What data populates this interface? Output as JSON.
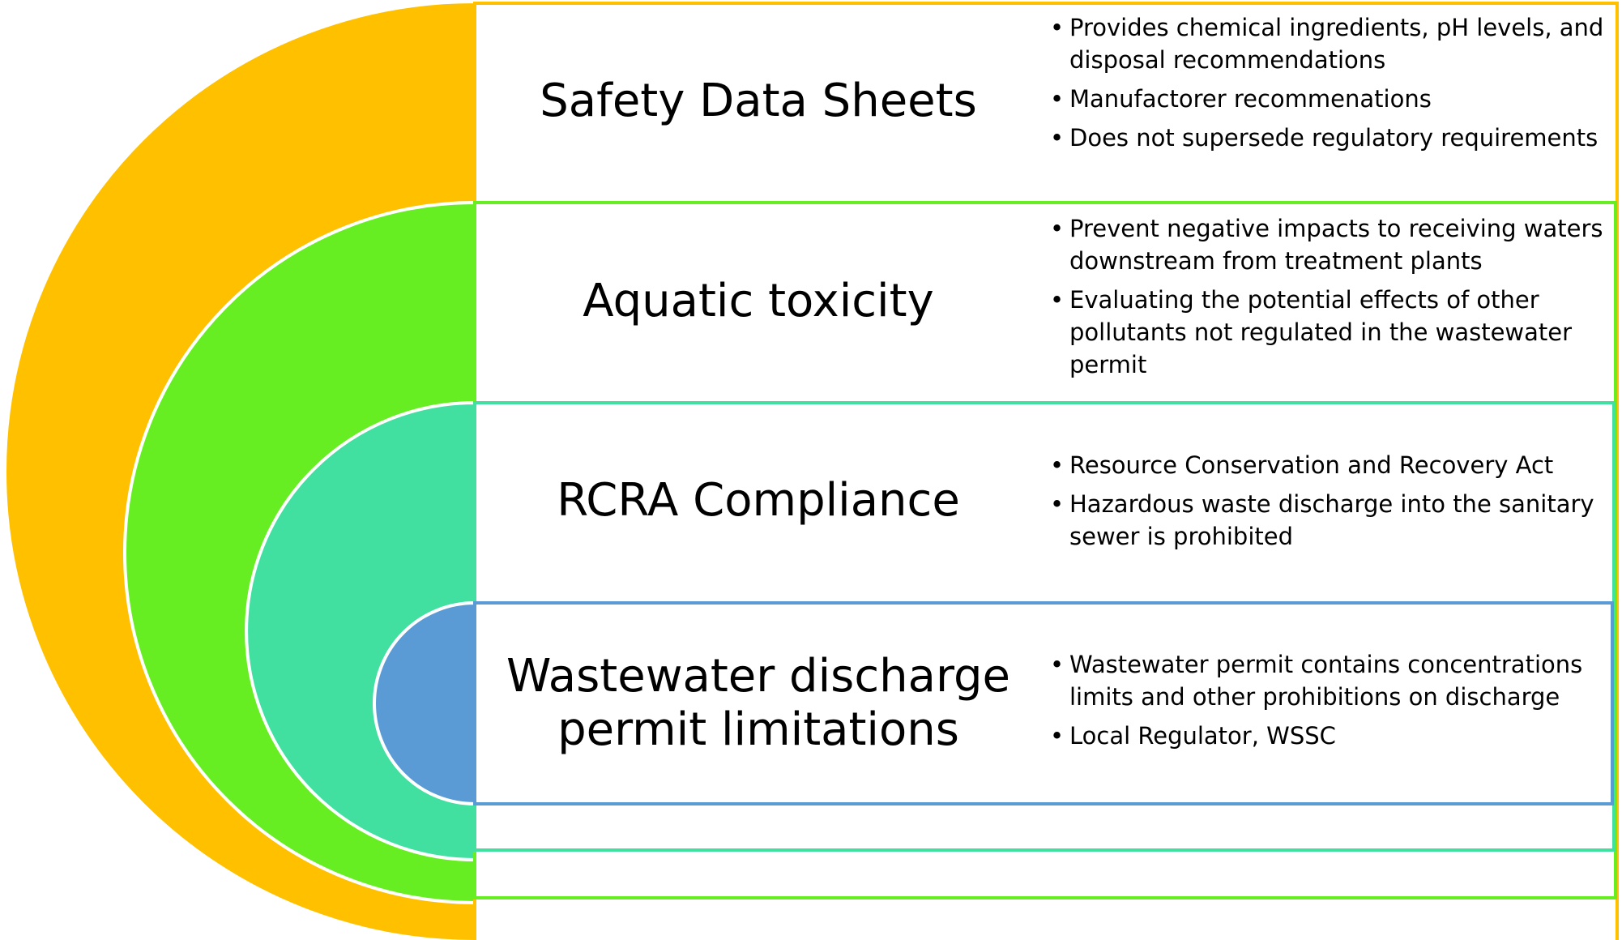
{
  "colors": {
    "orange": "#FFC000",
    "green": "#66EE22",
    "teal": "#41E0A0",
    "blue": "#5B9BD5",
    "white": "#FFFFFF"
  },
  "rows": [
    {
      "title": "Safety Data Sheets",
      "bullets": [
        "Provides chemical ingredients, pH levels, and disposal recommendations",
        "Manufactorer recommenations",
        "Does not supersede regulatory requirements"
      ]
    },
    {
      "title": "Aquatic toxicity",
      "bullets": [
        "Prevent negative impacts to receiving waters downstream from treatment plants",
        "Evaluating the potential effects of other pollutants not regulated in the wastewater permit"
      ]
    },
    {
      "title": "RCRA Compliance",
      "bullets": [
        "Resource Conservation and Recovery Act",
        "Hazardous waste discharge into the sanitary sewer is prohibited"
      ]
    },
    {
      "title": "Wastewater discharge permit limitations",
      "bullets": [
        "Wastewater permit contains concentrations limits and other prohibitions on discharge",
        "Local Regulator, WSSC"
      ]
    }
  ]
}
